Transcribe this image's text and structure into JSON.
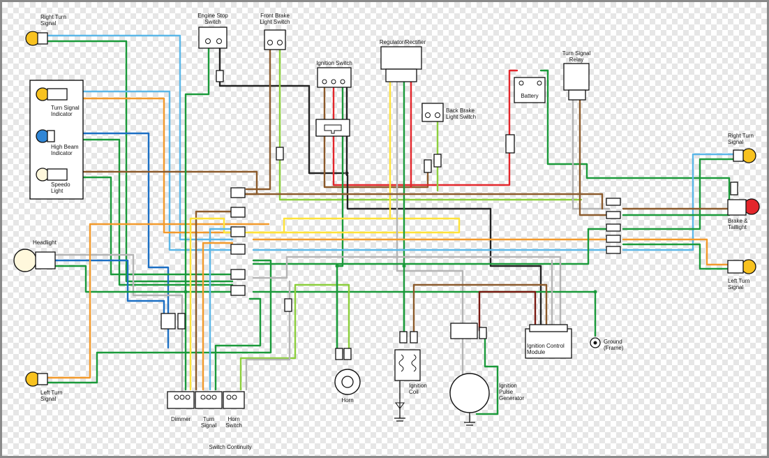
{
  "colors": {
    "green": "#1a9a3a",
    "lightgreen": "#8ccf3c",
    "blue": "#1b6fc4",
    "lightblue": "#5bb7e8",
    "orange": "#f39a2b",
    "brown": "#8b5a2b",
    "black": "#222222",
    "red": "#e3262b",
    "yellow": "#ffe33a",
    "gray": "#b5b5b5",
    "white": "#f4f4f4",
    "darkred": "#7a1a12",
    "amber": "#f8c21f",
    "taillight": "#e3262b"
  },
  "labels": {
    "right_turn_tl": [
      "Right Turn",
      "Signal"
    ],
    "turn_indicator": [
      "Turn Signal",
      "Indicator"
    ],
    "high_beam": [
      "High Beam",
      "Indicator"
    ],
    "speedo": [
      "Speedo",
      "Light"
    ],
    "headlight": [
      "Headlight"
    ],
    "left_turn_bl": [
      "Left Turn",
      "Signal"
    ],
    "engine_stop": [
      "Engine Stop",
      "Switch"
    ],
    "front_brake": [
      "Front Brake",
      "Light Switch"
    ],
    "ignition_switch": [
      "Ignition Switch"
    ],
    "regulator": [
      "Regulator/Rectifier"
    ],
    "back_brake": [
      "Back Brake",
      "Light Switch"
    ],
    "battery": [
      "Battery"
    ],
    "turn_relay": [
      "Turn Signal",
      "Relay"
    ],
    "right_turn_r": [
      "Right Turn",
      "Signal"
    ],
    "brake_tail": [
      "Brake &",
      "Taillight"
    ],
    "left_turn_r": [
      "Left Turn",
      "Signal"
    ],
    "ground": [
      "Ground",
      "(Frame)"
    ],
    "icm": [
      "Ignition Control",
      "Module"
    ],
    "horn": [
      "Horn"
    ],
    "ign_coil": [
      "Ignition",
      "Coil"
    ],
    "pulse_gen": [
      "Ignition",
      "Pulse",
      "Generator"
    ],
    "dimmer": [
      "Dimmer"
    ],
    "turn_signal_sw": [
      "Turn",
      "Signal"
    ],
    "horn_switch": [
      "Horn",
      "Switch"
    ],
    "switch_continuity": [
      "Switch Continuity"
    ]
  }
}
